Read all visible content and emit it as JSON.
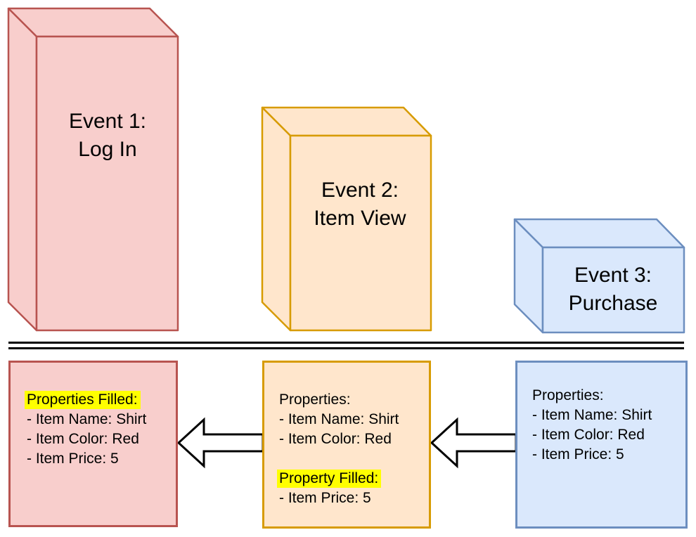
{
  "events": [
    {
      "line1": "Event 1:",
      "line2": "Log In"
    },
    {
      "line1": "Event 2:",
      "line2": "Item View"
    },
    {
      "line1": "Event 3:",
      "line2": "Purchase"
    }
  ],
  "property_boxes": [
    {
      "lines": [
        {
          "text": "Properties Filled:",
          "highlight": true
        },
        {
          "text": "- Item Name: Shirt",
          "highlight": false
        },
        {
          "text": "- Item Color: Red",
          "highlight": false
        },
        {
          "text": "- Item Price: 5",
          "highlight": false
        }
      ]
    },
    {
      "lines": [
        {
          "text": "Properties:",
          "highlight": false
        },
        {
          "text": "- Item Name: Shirt",
          "highlight": false
        },
        {
          "text": "- Item Color: Red",
          "highlight": false
        },
        {
          "text": "Property Filled:",
          "highlight": true
        },
        {
          "text": "- Item Price: 5",
          "highlight": false
        }
      ]
    },
    {
      "lines": [
        {
          "text": "Properties:",
          "highlight": false
        },
        {
          "text": "- Item Name: Shirt",
          "highlight": false
        },
        {
          "text": "- Item Color: Red",
          "highlight": false
        },
        {
          "text": "- Item Price: 5",
          "highlight": false
        }
      ]
    }
  ],
  "colors": {
    "event1_fill": "#f8cecc",
    "event1_stroke": "#b85450",
    "event2_fill": "#ffe6cc",
    "event2_stroke": "#d79b00",
    "event3_fill": "#dae8fc",
    "event3_stroke": "#6c8ebf",
    "highlight": "#ffff00",
    "arrow_fill": "#ffffff",
    "line_color": "#000000",
    "text_color": "#000000",
    "background": "#ffffff"
  }
}
